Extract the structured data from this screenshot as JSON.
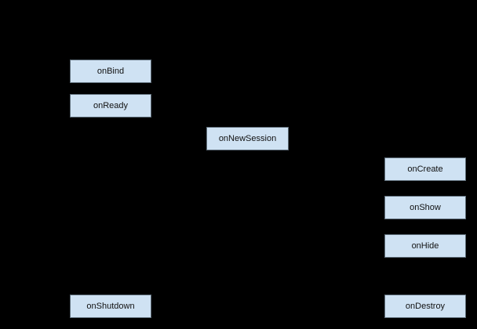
{
  "diagram": {
    "description": "Lifecycle flow diagram with callback method boxes on a black background; connector arrows are not visible (black on black).",
    "colors": {
      "background": "#000000",
      "node_fill": "#cfe2f3",
      "node_border": "#5f6e7a",
      "node_text": "#111111"
    },
    "nodes": [
      {
        "id": "onBind",
        "label": "onBind"
      },
      {
        "id": "onReady",
        "label": "onReady"
      },
      {
        "id": "onNewSession",
        "label": "onNewSession"
      },
      {
        "id": "onCreate",
        "label": "onCreate"
      },
      {
        "id": "onShow",
        "label": "onShow"
      },
      {
        "id": "onHide",
        "label": "onHide"
      },
      {
        "id": "onDestroy",
        "label": "onDestroy"
      },
      {
        "id": "onShutdown",
        "label": "onShutdown"
      }
    ]
  }
}
